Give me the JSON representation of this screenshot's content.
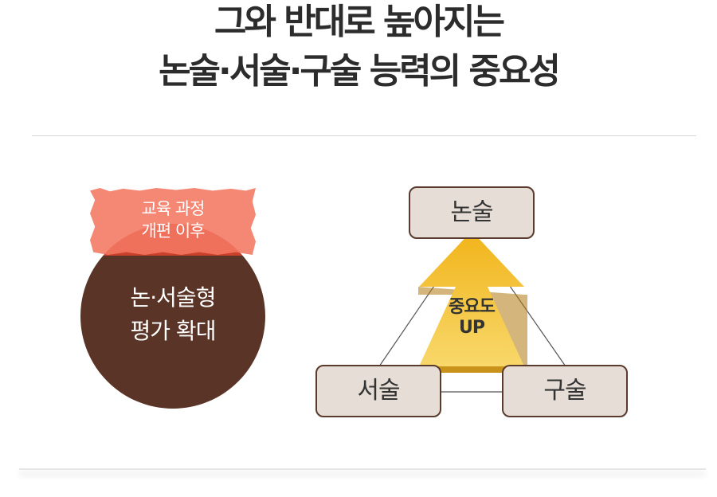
{
  "heading": {
    "line1": "그와 반대로 높아지는",
    "line2": "논술·서술·구술 능력의 중요성"
  },
  "badge": {
    "tape_line1": "교육 과정",
    "tape_line2": "개편 이후",
    "circle_line1": "논·서술형",
    "circle_line2": "평가 확대"
  },
  "diagram": {
    "top": "논술",
    "left": "서술",
    "right": "구술",
    "arrow_line1": "중요도",
    "arrow_line2": "UP"
  },
  "colors": {
    "circle": "#5a3426",
    "tape": "#f47662",
    "arrow": "#f2b81f",
    "node_fill": "#e5ddd6",
    "node_border": "#5b3a2e"
  }
}
